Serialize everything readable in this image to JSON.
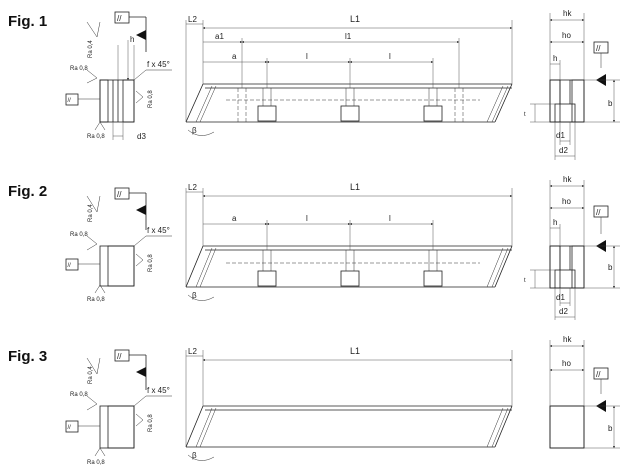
{
  "figures": [
    {
      "label": "Fig. 1",
      "section": {
        "ra_top": "Ra 0,4",
        "ra_left": "Ra 0,8",
        "ra_right": "Ra 0,8",
        "ra_bottom": "Ra 0,8",
        "chamfer": "f x 45°",
        "h": "h",
        "d3": "d3",
        "parallel": "//"
      },
      "bar": {
        "L2": "L2",
        "L1": "L1",
        "a1": "a1",
        "l1": "l1",
        "a": "a",
        "l": "l",
        "beta": "β"
      },
      "end": {
        "hk": "hk",
        "ho": "ho",
        "h": "h",
        "b": "b",
        "t": "t",
        "d1": "d1",
        "d2": "d2",
        "parallel": "//"
      }
    },
    {
      "label": "Fig. 2",
      "section": {
        "ra_top": "Ra 0,4",
        "ra_left": "Ra 0,8",
        "ra_right": "Ra 0,8",
        "ra_bottom": "Ra 0,8",
        "chamfer": "f x 45°",
        "parallel": "//"
      },
      "bar": {
        "L2": "L2",
        "L1": "L1",
        "a": "a",
        "l": "l",
        "beta": "β"
      },
      "end": {
        "hk": "hk",
        "ho": "ho",
        "h": "h",
        "b": "b",
        "t": "t",
        "d1": "d1",
        "d2": "d2",
        "parallel": "//"
      }
    },
    {
      "label": "Fig. 3",
      "section": {
        "ra_top": "Ra 0,4",
        "ra_left": "Ra 0,8",
        "ra_right": "Ra 0,8",
        "ra_bottom": "Ra 0,8",
        "chamfer": "f x 45°",
        "parallel": "//"
      },
      "bar": {
        "L2": "L2",
        "L1": "L1",
        "beta": "β"
      },
      "end": {
        "hk": "hk",
        "ho": "ho",
        "b": "b",
        "parallel": "//"
      }
    }
  ]
}
